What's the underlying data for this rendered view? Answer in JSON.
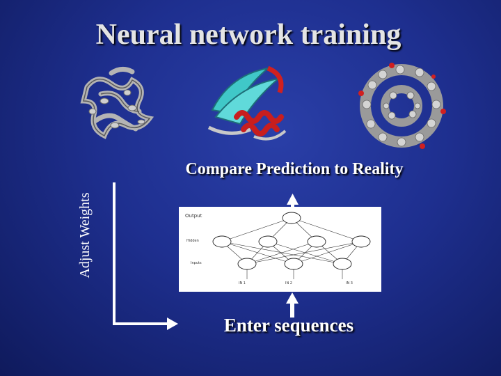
{
  "slide": {
    "title": "Neural network training",
    "compare_label": "Compare Prediction to Reality",
    "adjust_label": "Adjust Weights",
    "enter_label": "Enter sequences"
  },
  "network": {
    "layer_labels": {
      "output": "Output",
      "hidden": "Hidden",
      "inputs": "Inputs"
    },
    "input_labels": [
      "IN 1",
      "IN 2",
      "IN 3"
    ]
  },
  "colors": {
    "background": "#1e2f8f",
    "title_text": "#e4e4e4",
    "helix_red": "#c81e1e",
    "strand_cyan": "#40c8c8",
    "protein_gray": "#a8a8a8"
  }
}
